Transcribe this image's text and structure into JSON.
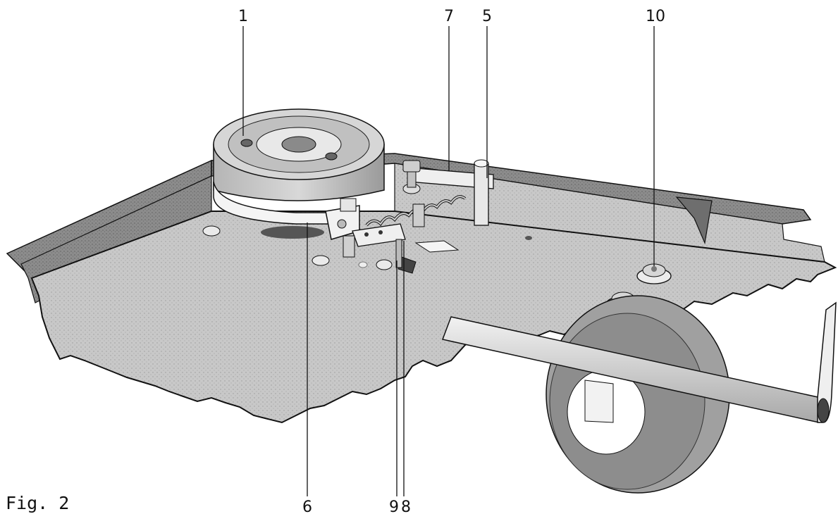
{
  "figure": {
    "caption": "Fig. 2",
    "callouts": [
      {
        "id": "c1",
        "label": "1"
      },
      {
        "id": "c7",
        "label": "7"
      },
      {
        "id": "c5",
        "label": "5"
      },
      {
        "id": "c10",
        "label": "10"
      },
      {
        "id": "c6",
        "label": "6"
      },
      {
        "id": "c9",
        "label": "9"
      },
      {
        "id": "c8",
        "label": "8"
      }
    ]
  },
  "colors": {
    "background": "#ffffff",
    "ink": "#111111",
    "plate": "#c4c4c4",
    "plate_dark": "#8e8e8e",
    "metal": "#e6e6e6"
  }
}
